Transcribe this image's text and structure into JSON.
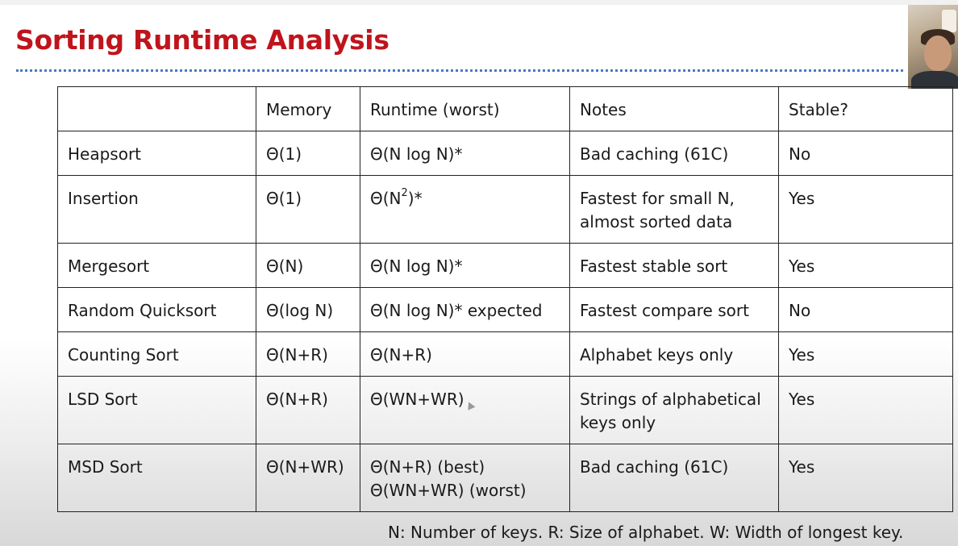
{
  "slide": {
    "title": "Sorting Runtime Analysis"
  },
  "table": {
    "headers": [
      "",
      "Memory",
      "Runtime (worst)",
      "Notes",
      "Stable?"
    ],
    "rows": [
      {
        "name": "Heapsort",
        "memory": "Θ(1)",
        "runtime": "Θ(N log N)*",
        "runtime_line2": "",
        "notes": "Bad caching (61C)",
        "notes_line2": "",
        "stable": "No"
      },
      {
        "name": "Insertion",
        "memory": "Θ(1)",
        "runtime_prefix": "Θ(N",
        "runtime_sup": "2",
        "runtime_suffix": ")*",
        "notes": "Fastest for small N,",
        "notes_line2": "almost sorted data",
        "stable": "Yes"
      },
      {
        "name": "Mergesort",
        "memory": "Θ(N)",
        "runtime": "Θ(N log N)*",
        "runtime_line2": "",
        "notes": "Fastest stable sort",
        "notes_line2": "",
        "stable": "Yes"
      },
      {
        "name": "Random Quicksort",
        "memory": "Θ(log N)",
        "runtime": "Θ(N log N)* expected",
        "runtime_line2": "",
        "notes": "Fastest compare sort",
        "notes_line2": "",
        "stable": "No"
      },
      {
        "name": "Counting Sort",
        "memory": "Θ(N+R)",
        "runtime": "Θ(N+R)",
        "runtime_line2": "",
        "notes": "Alphabet keys only",
        "notes_line2": "",
        "stable": "Yes"
      },
      {
        "name": "LSD Sort",
        "memory": "Θ(N+R)",
        "runtime": "Θ(WN+WR)",
        "runtime_line2": "",
        "notes": "Strings of alphabetical",
        "notes_line2": "keys only",
        "stable": "Yes"
      },
      {
        "name": "MSD Sort",
        "memory": "Θ(N+WR)",
        "runtime": "Θ(N+R) (best)",
        "runtime_line2": "Θ(WN+WR) (worst)",
        "notes": "Bad caching (61C)",
        "notes_line2": "",
        "stable": "Yes"
      }
    ]
  },
  "footnote": "N: Number of keys. R: Size of alphabet. W: Width of longest key.",
  "icons": {
    "webcam": "webcam-overlay",
    "cursor": "mouse-cursor-icon"
  },
  "colors": {
    "title": "#c0141c",
    "rule": "#4a78c2"
  }
}
